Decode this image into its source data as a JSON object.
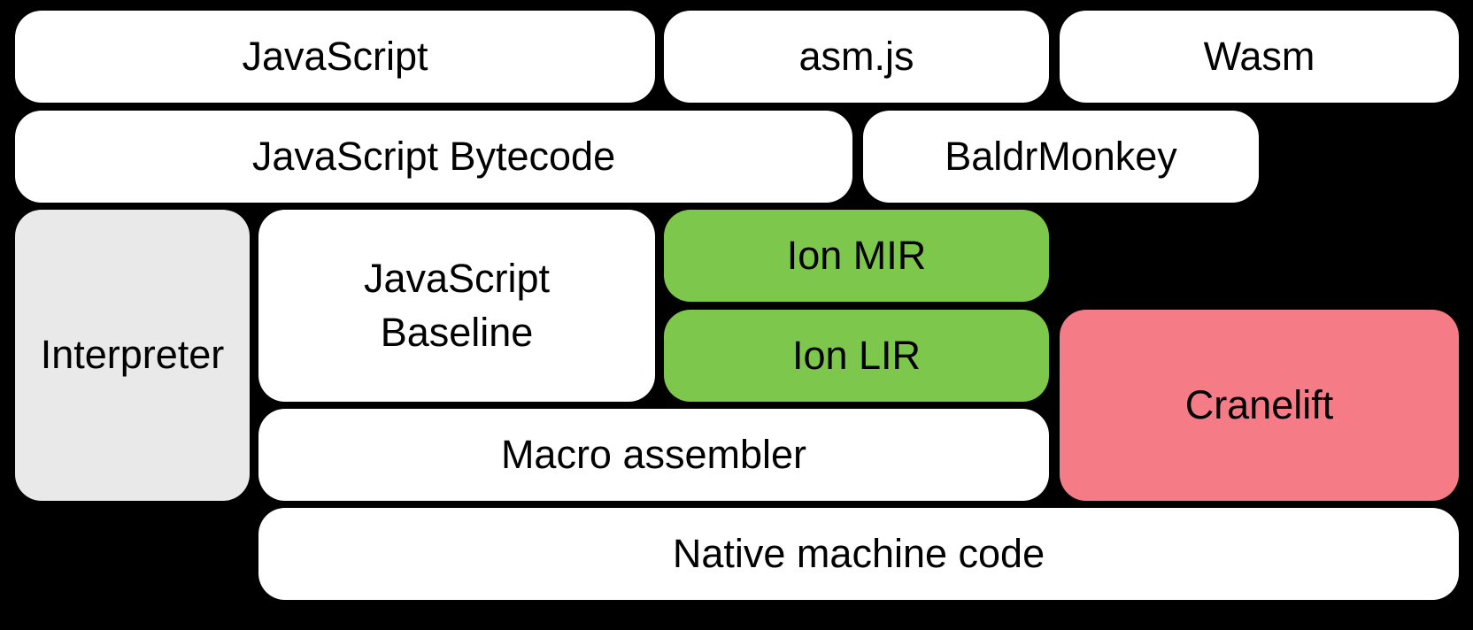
{
  "diagram": {
    "description": "JavaScript engine compilation pipeline diagram",
    "background_color": "#000000",
    "colors": {
      "box_white": "#ffffff",
      "box_gray": "#e9e9e9",
      "box_green": "#7dc74c",
      "box_pink": "#f57b87",
      "text": "#000000"
    },
    "boxes": [
      {
        "id": "javascript",
        "label": "JavaScript",
        "color": "white"
      },
      {
        "id": "asmjs",
        "label": "asm.js",
        "color": "white"
      },
      {
        "id": "wasm",
        "label": "Wasm",
        "color": "white"
      },
      {
        "id": "javascript-bytecode",
        "label": "JavaScript Bytecode",
        "color": "white"
      },
      {
        "id": "baldrmonkey",
        "label": "BaldrMonkey",
        "color": "white"
      },
      {
        "id": "interpreter",
        "label": "Interpreter",
        "color": "gray"
      },
      {
        "id": "javascript-baseline",
        "label": "JavaScript\nBaseline",
        "color": "white"
      },
      {
        "id": "ion-mir",
        "label": "Ion MIR",
        "color": "green"
      },
      {
        "id": "ion-lir",
        "label": "Ion LIR",
        "color": "green"
      },
      {
        "id": "cranelift",
        "label": "Cranelift",
        "color": "pink"
      },
      {
        "id": "macro-assembler",
        "label": "Macro assembler",
        "color": "white"
      },
      {
        "id": "native-machine-code",
        "label": "Native machine code",
        "color": "white"
      }
    ]
  }
}
